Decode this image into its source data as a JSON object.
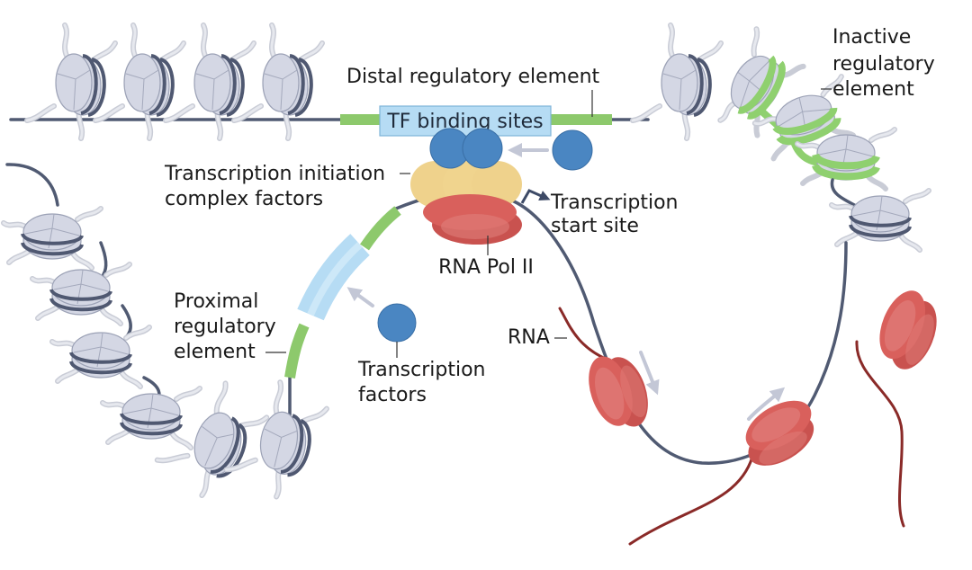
{
  "figure": {
    "type": "biology-schematic",
    "subject": "Gene transcription and regulatory elements"
  },
  "labels": {
    "distal_regulatory_element": "Distal regulatory element",
    "tf_binding_sites": "TF binding sites",
    "inactive_regulatory_element": [
      "Inactive",
      "regulatory",
      "element"
    ],
    "transcription_initiation_complex_factors": [
      "Transcription initiation",
      "complex factors"
    ],
    "transcription_start_site": [
      "Transcription",
      "start site"
    ],
    "rna_pol_ii": "RNA Pol II",
    "proximal_regulatory_element": [
      "Proximal",
      "regulatory",
      "element"
    ],
    "transcription_factors": [
      "Transcription",
      "factors"
    ],
    "rna": "RNA"
  },
  "colors": {
    "dna": "#505a72",
    "regulatory_element": "#8dc96c",
    "tf_binding_sites": "#b6dcf4",
    "transcription_factor": "#4a86c2",
    "initiation_complex": "#efd28c",
    "rna_pol_ii": "#d9605c",
    "rna": "#8a2a28",
    "nucleosome": "#d4d7e4"
  },
  "legend_items": []
}
